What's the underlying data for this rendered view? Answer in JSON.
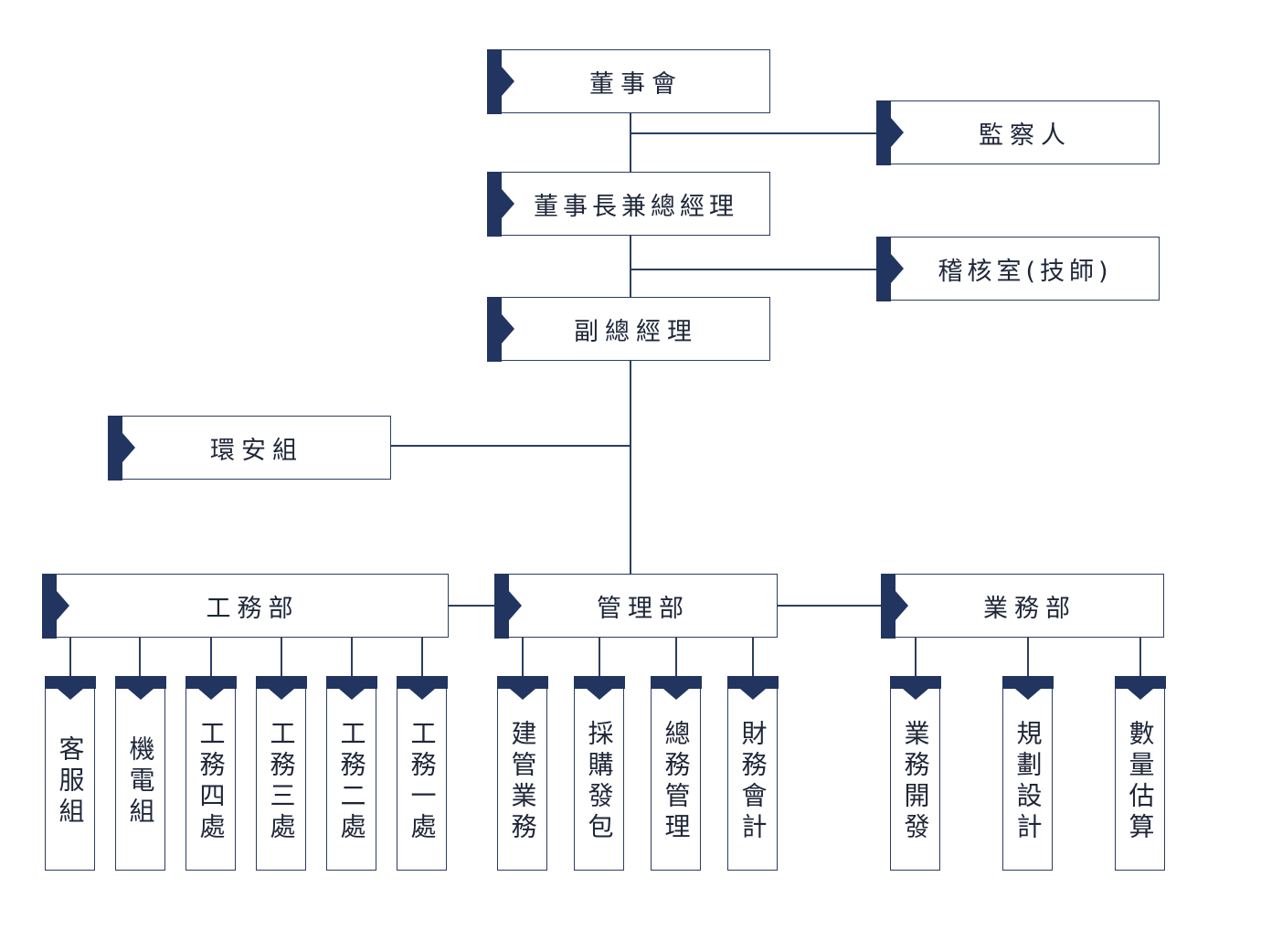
{
  "board": "董事會",
  "supervisor": "監察人",
  "chairman_gm": "董事長兼總經理",
  "audit_office": "稽核室(技師)",
  "deputy_gm": "副總經理",
  "env_safety": "環安組",
  "departments": {
    "engineering": {
      "label": "工務部",
      "units": [
        "客服組",
        "機電組",
        "工務四處",
        "工務三處",
        "工務二處",
        "工務一處"
      ]
    },
    "management": {
      "label": "管理部",
      "units": [
        "建管業務",
        "採購發包",
        "總務管理",
        "財務會計"
      ]
    },
    "business": {
      "label": "業務部",
      "units": [
        "業務開發",
        "規劃設計",
        "數量估算"
      ]
    }
  },
  "colors": {
    "accent": "#213560",
    "line": "#2c3d62",
    "text": "#1e2638"
  }
}
